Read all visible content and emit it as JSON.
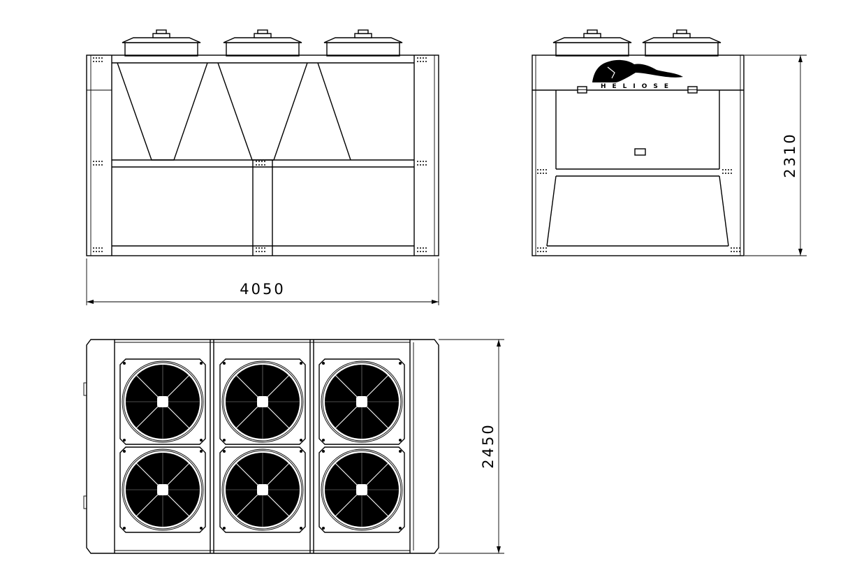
{
  "drawing": {
    "dimensions": {
      "length": "4050",
      "height": "2310",
      "width": "2450"
    },
    "logo_text": "HELIOSE"
  },
  "colors": {
    "line": "#000000",
    "background": "#ffffff"
  }
}
